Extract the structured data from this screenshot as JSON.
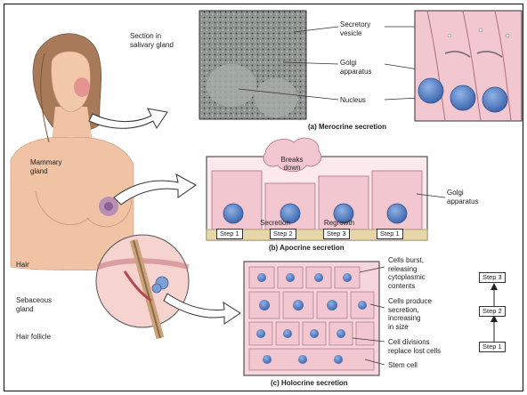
{
  "figure": {
    "body_labels": {
      "section": "Section in\nsalivary gland",
      "mammary": "Mammary\ngland",
      "hair": "Hair",
      "sebaceous": "Sebaceous\ngland",
      "follicle": "Hair follicle"
    },
    "merocrine": {
      "caption": "(a) Merocrine secretion",
      "labels": {
        "vesicle": "Secretory\nvesicle",
        "golgi": "Golgi\napparatus",
        "nucleus": "Nucleus"
      }
    },
    "apocrine": {
      "caption": "(b) Apocrine secretion",
      "breaks_down": "Breaks\ndown",
      "secretion": "Secretion",
      "regrowth": "Regrowth",
      "golgi": "Golgi\napparatus",
      "steps": [
        "Step 1",
        "Step 2",
        "Step 3",
        "Step 1"
      ]
    },
    "holocrine": {
      "caption": "(c) Holocrine secretion",
      "labels": {
        "burst": "Cells burst,\nreleasing\ncytoplasmic\ncontents",
        "produce": "Cells produce\nsecretion,\nincreasing\nin size",
        "divide": "Cell divisions\nreplace lost cells",
        "stem": "Stem cell"
      },
      "sequence": [
        "Step 3",
        "Step 2",
        "Step 1"
      ]
    }
  },
  "colors": {
    "cell_pink": "#f2c7cf",
    "cell_border": "#b07080",
    "nucleus_blue": "#4f7fc8",
    "nucleus_edge": "#2a4f8f",
    "skin": "#efc3a4",
    "arrow_fill": "#ffffff"
  }
}
